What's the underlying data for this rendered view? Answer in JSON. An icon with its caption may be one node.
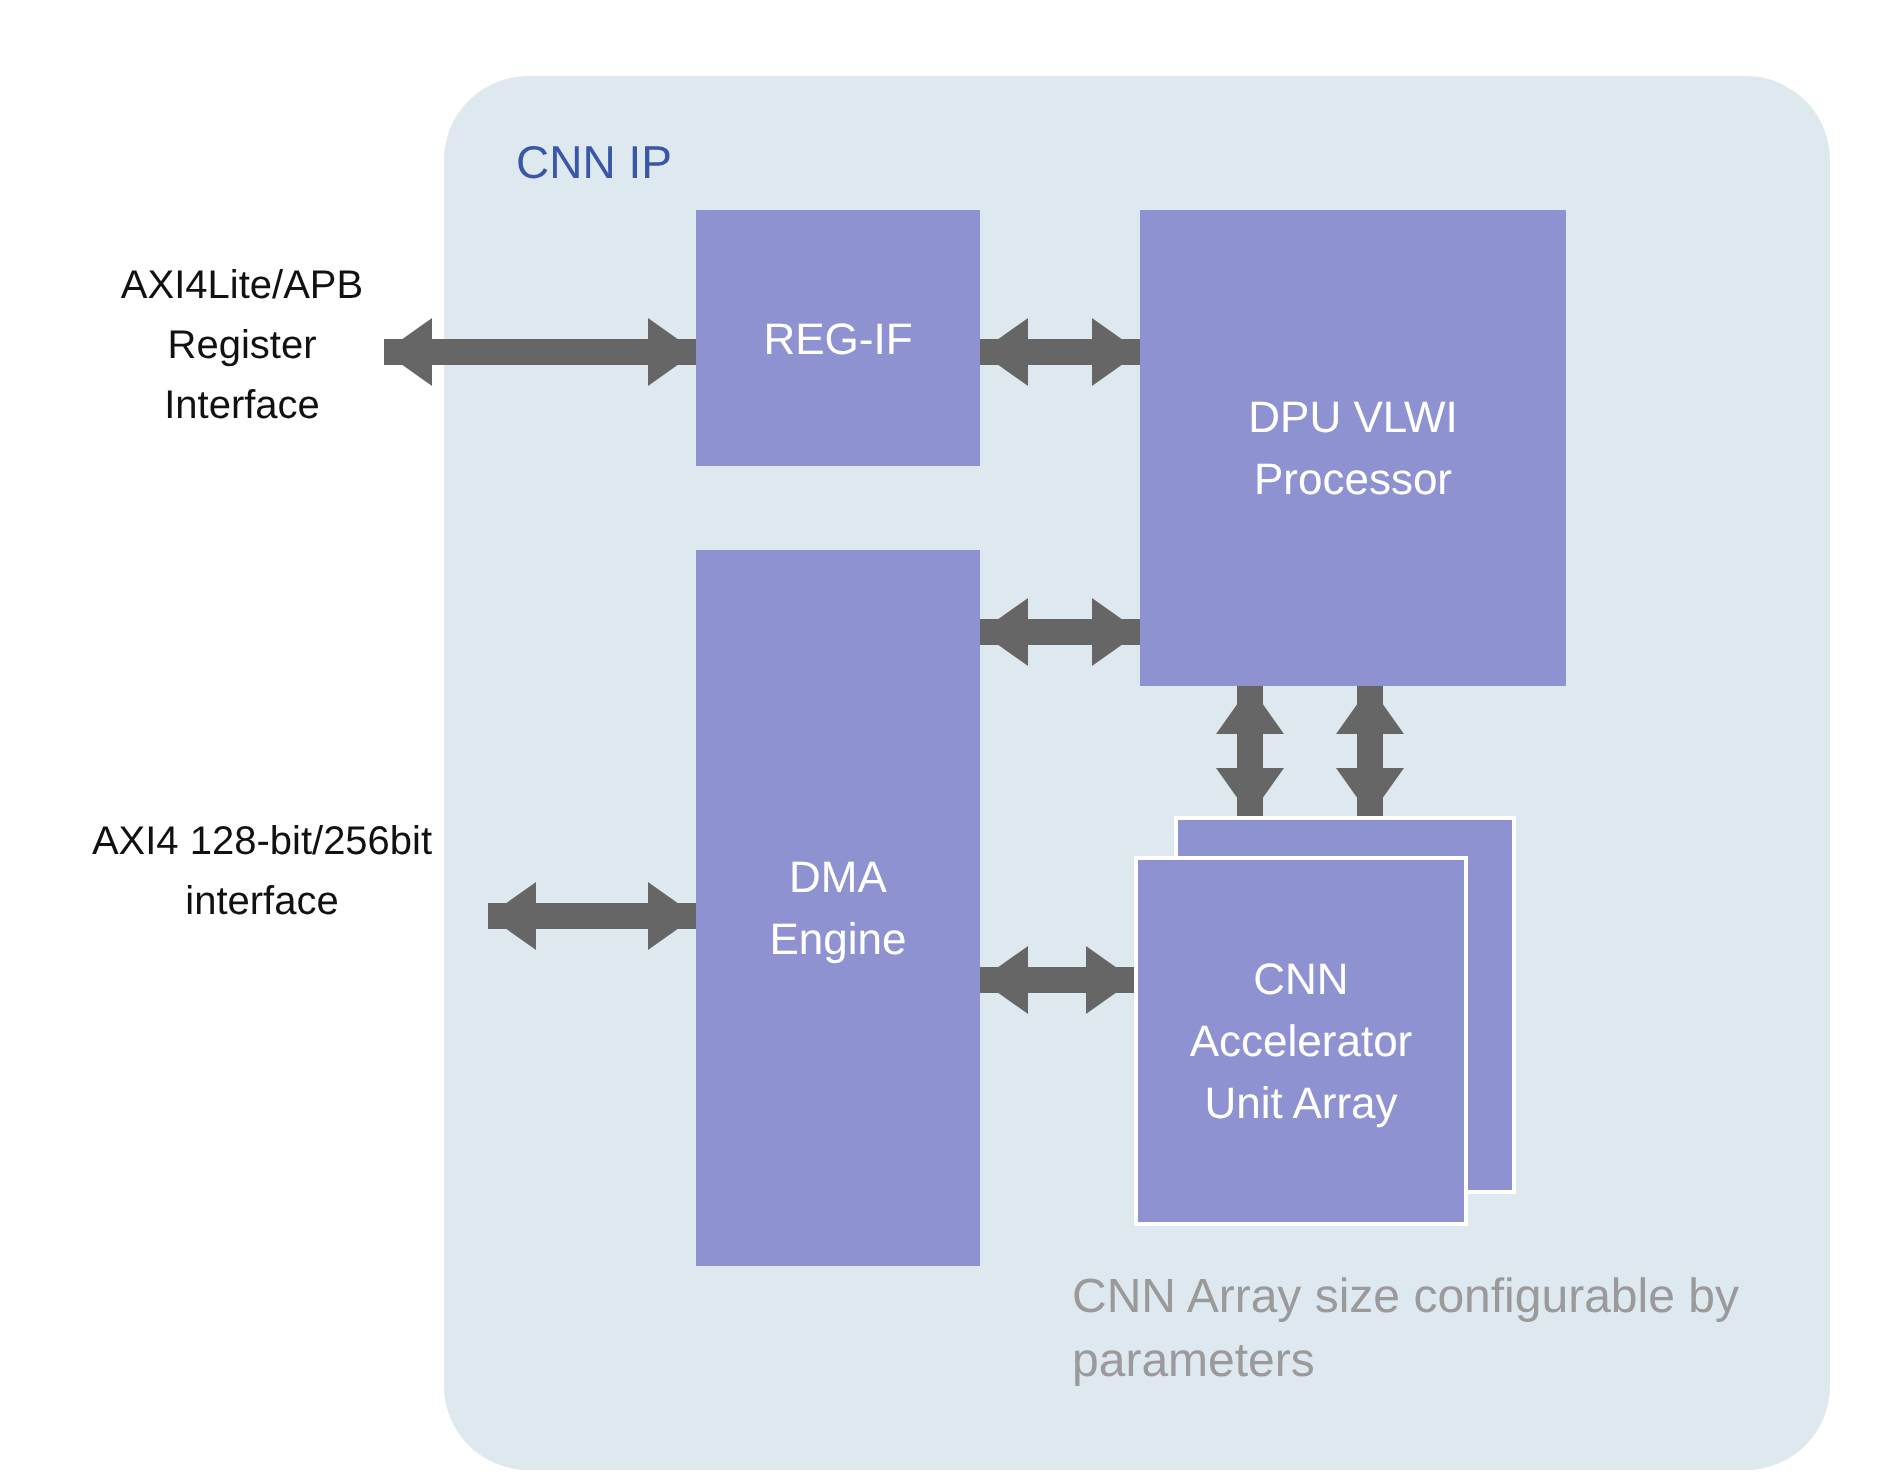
{
  "diagram": {
    "nodes": [
      {
        "text": [
          "CNN IP"
        ]
      },
      {
        "text": [
          "AXI4Lite/APB Register Interface"
        ]
      },
      {
        "text": [
          "REG-IF"
        ],
        "in": 0
      },
      {
        "text": [
          "DPU VLWI Processor"
        ],
        "in": 0
      },
      {
        "text": [
          "DMA Engine"
        ],
        "in": 0
      },
      {
        "text": [
          "CNN Accelerator Unit Array"
        ],
        "in": 0,
        "beside": [
          "CNN Array size configurable by parameters"
        ]
      },
      {
        "text": [
          "AXI4 128-bit/256bit interface"
        ]
      }
    ],
    "edges": [
      {
        "from": 1,
        "to": 2,
        "arrow": "both"
      },
      {
        "from": 2,
        "to": 3,
        "arrow": "both"
      },
      {
        "from": 4,
        "to": 3,
        "arrow": "both"
      },
      {
        "from": 3,
        "to": 5,
        "arrow": "both"
      },
      {
        "from": 3,
        "to": 5,
        "arrow": "both"
      },
      {
        "from": 6,
        "to": 4,
        "arrow": "both"
      },
      {
        "from": 4,
        "to": 5,
        "arrow": "both"
      }
    ]
  }
}
